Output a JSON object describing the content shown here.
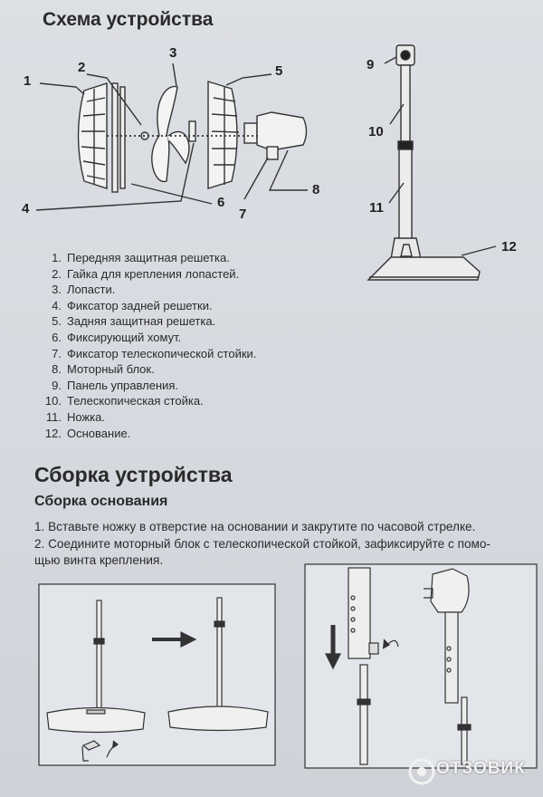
{
  "diagram": {
    "title": "Схема устройства",
    "callouts": [
      "1",
      "2",
      "3",
      "4",
      "5",
      "6",
      "7",
      "8",
      "9",
      "10",
      "11",
      "12"
    ]
  },
  "parts": [
    {
      "num": "1.",
      "label": "Передняя защитная решетка."
    },
    {
      "num": "2.",
      "label": "Гайка для крепления лопастей."
    },
    {
      "num": "3.",
      "label": "Лопасти."
    },
    {
      "num": "4.",
      "label": "Фиксатор задней решетки."
    },
    {
      "num": "5.",
      "label": "Задняя защитная решетка."
    },
    {
      "num": "6.",
      "label": "Фиксирующий хомут."
    },
    {
      "num": "7.",
      "label": "Фиксатор телескопической стойки."
    },
    {
      "num": "8.",
      "label": "Моторный блок."
    },
    {
      "num": "9.",
      "label": "Панель управления."
    },
    {
      "num": "10.",
      "label": "Телескопическая стойка."
    },
    {
      "num": "11.",
      "label": "Ножка."
    },
    {
      "num": "12.",
      "label": "Основание."
    }
  ],
  "assembly": {
    "title": "Сборка устройства",
    "subtitle": "Сборка основания",
    "step1": "1. Вставьте ножку в отверстие на основании и закрутите по часовой стрелке.",
    "step2_line1": "2. Соедините моторный блок с телескопической стойкой, зафиксируйте с помо-",
    "step2_line2": "щью винта крепления."
  },
  "watermark": {
    "text": "ОТЗОВИК"
  }
}
